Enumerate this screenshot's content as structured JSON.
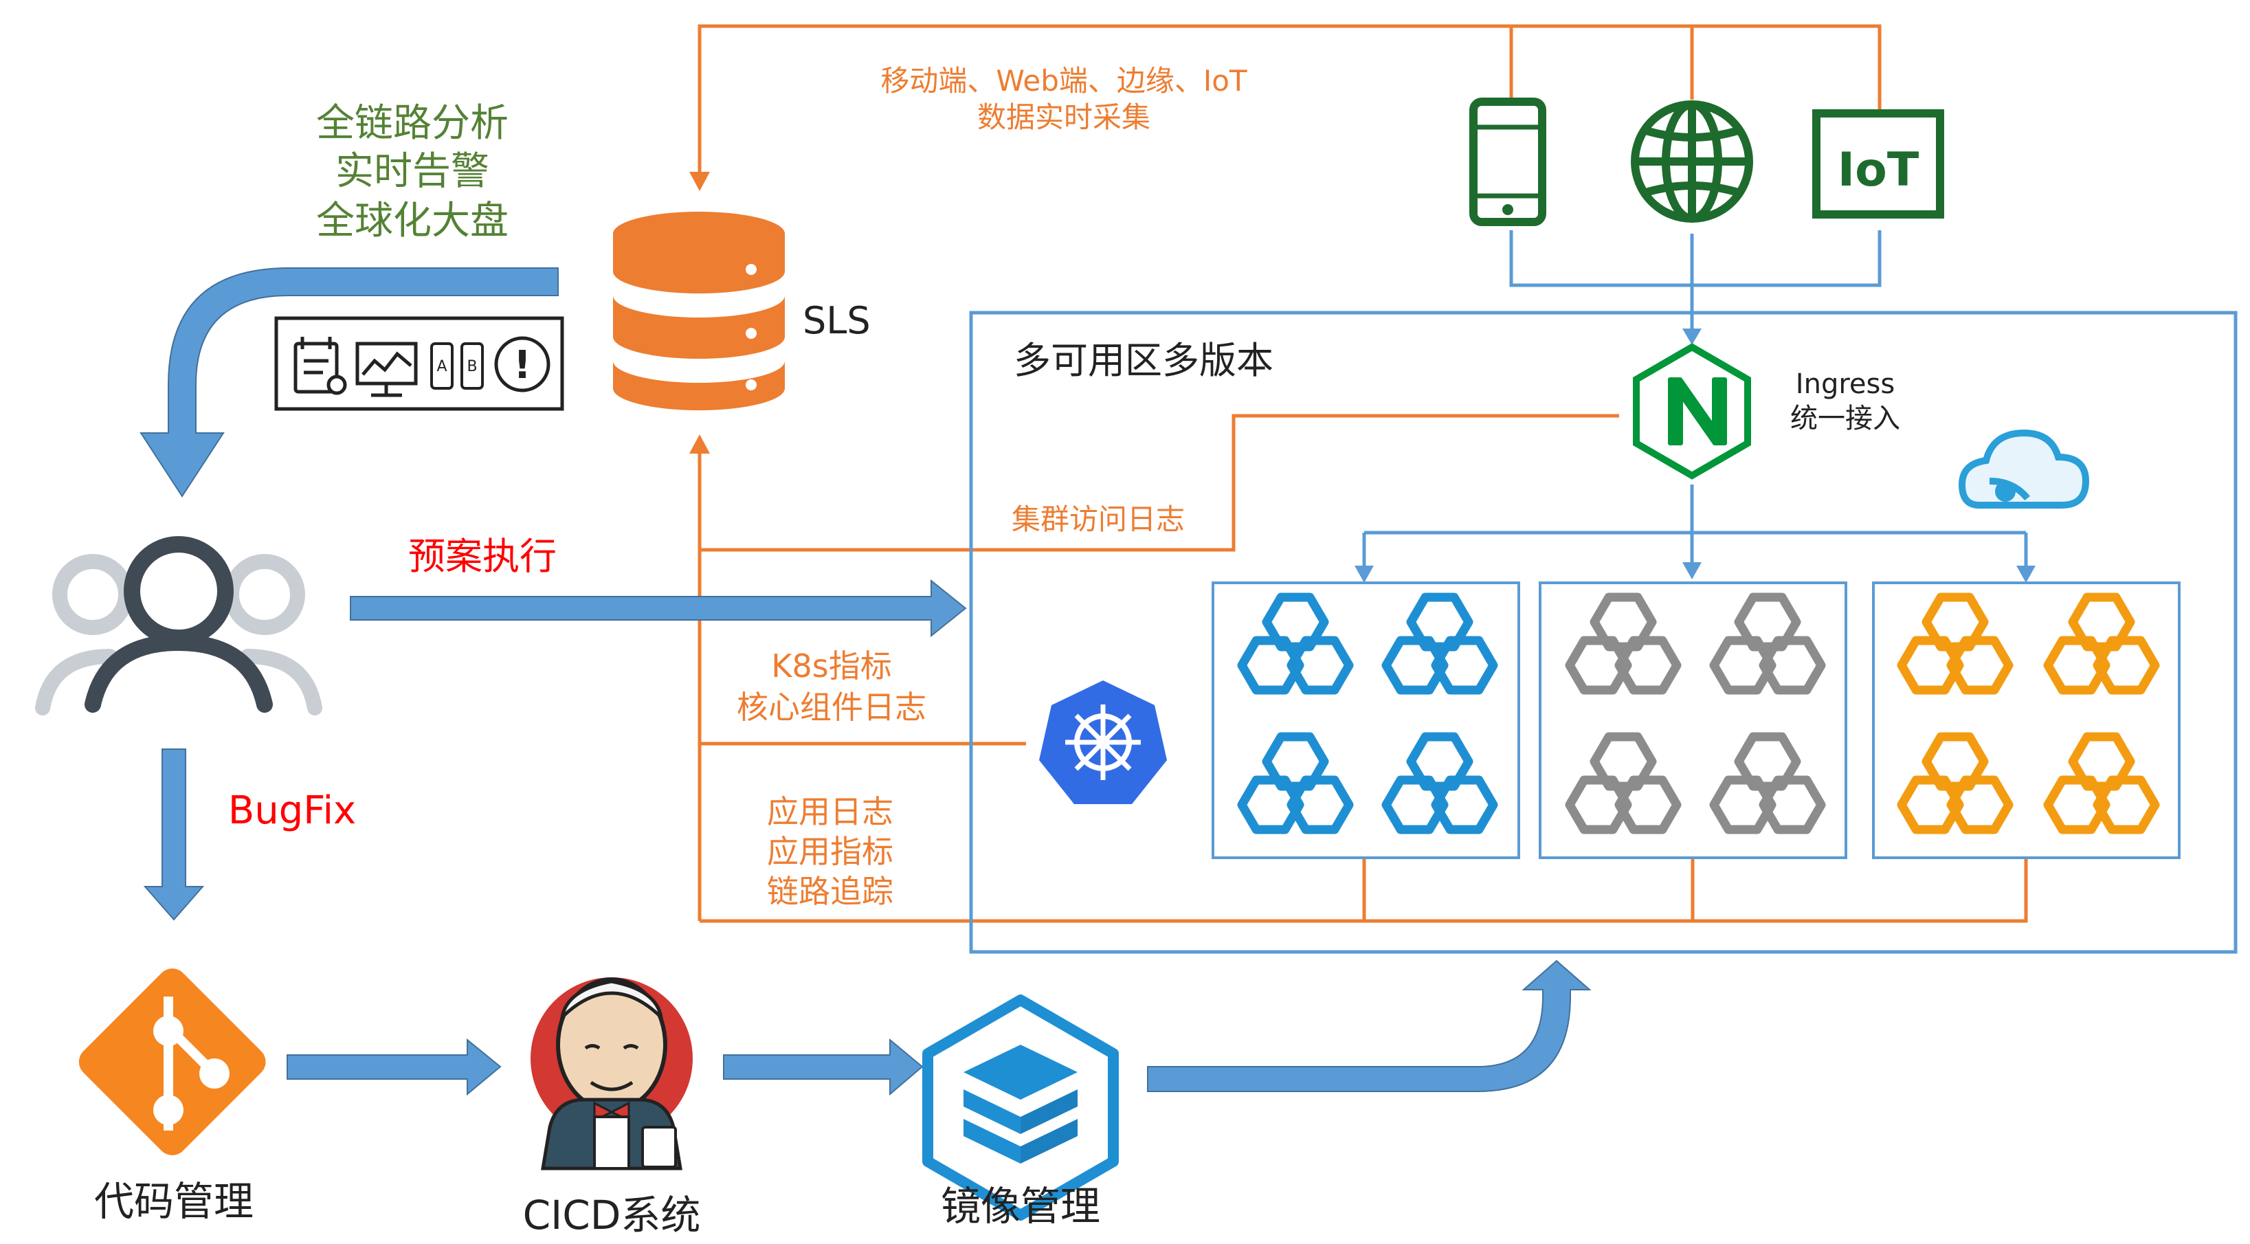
{
  "colors": {
    "orange": "#ED7D31",
    "blue_line": "#5B9BD5",
    "blue_arrow": "#5B9BD5",
    "green": "#1E6B2E",
    "green_text": "#548235",
    "red": "#FF0000",
    "hex_blue": "#1F8FD3",
    "hex_gray": "#8C8C8C",
    "hex_orange": "#F39C12",
    "dark": "#333333",
    "k8s": "#326CE5",
    "nginx": "#009639"
  },
  "labels": {
    "analysis": [
      "全链路分析",
      "实时告警",
      "全球化大盘"
    ],
    "collect": [
      "移动端、Web端、边缘、IoT",
      "数据实时采集"
    ],
    "sls": "SLS",
    "iot": "IoT",
    "zone_title": "多可用区多版本",
    "ingress": [
      "Ingress",
      "统一接入"
    ],
    "cluster_log": "集群访问日志",
    "plan": "预案执行",
    "k8s_logs": [
      "K8s指标",
      "核心组件日志"
    ],
    "app_logs": [
      "应用日志",
      "应用指标",
      "链路追踪"
    ],
    "bugfix": "BugFix",
    "code": "代码管理",
    "cicd": "CICD系统",
    "image": "镜像管理",
    "ab_a": "A",
    "ab_b": "B",
    "alert_mark": "!"
  },
  "icons": [
    "database-icon",
    "mobile-icon",
    "globe-icon",
    "iot-icon",
    "nginx-icon",
    "cloud-icon",
    "kubernetes-icon",
    "user-group-icon",
    "git-icon",
    "jenkins-icon",
    "container-registry-icon",
    "dashboard-icon",
    "monitor-icon",
    "ab-test-icon",
    "alert-icon"
  ]
}
